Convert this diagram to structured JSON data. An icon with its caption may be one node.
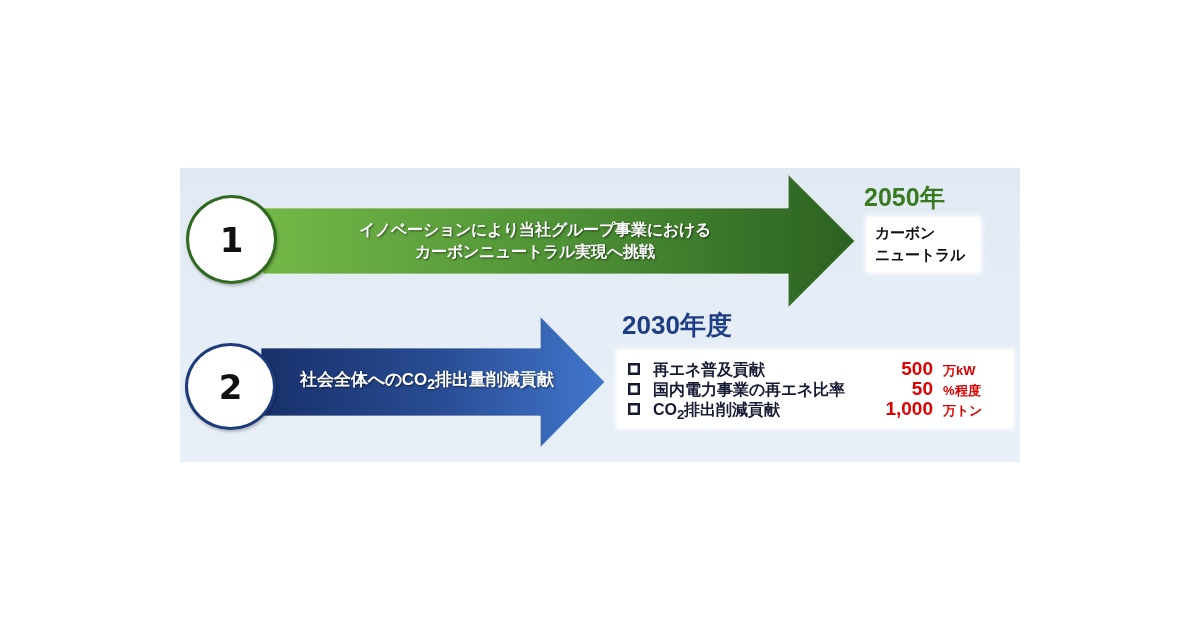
{
  "diagram": {
    "nodes": [
      {
        "text": [
          "1"
        ]
      },
      {
        "text": [
          "2050年",
          "カーボンニュートラル"
        ]
      },
      {
        "text": [
          "2"
        ]
      },
      {
        "text": [
          "2030年度",
          "再エネ普及貢献",
          "500",
          "万kW",
          "国内電力事業の再エネ比率",
          "50",
          "%程度",
          "CO$_{2}$排出削減貢献",
          "1,000",
          "万トン"
        ]
      }
    ],
    "edges": [
      {
        "from": 0,
        "to": 1,
        "arrow": "to",
        "label": "イノベーションにより当社グループ事業におけるカーボンニュートラル実現へ挑戦"
      },
      {
        "from": 2,
        "to": 3,
        "arrow": "to",
        "label": "社会全体へのCO$_{2}$排出量削減貢献"
      }
    ]
  }
}
